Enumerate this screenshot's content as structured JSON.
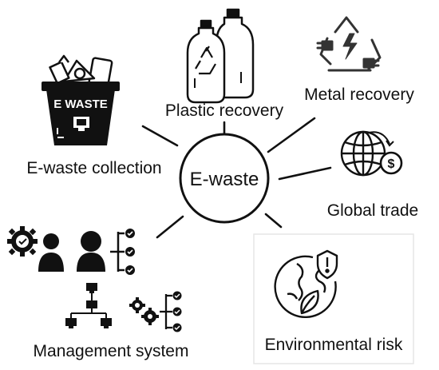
{
  "center": {
    "label": "E-waste"
  },
  "nodes": [
    {
      "id": "plastic",
      "label": "Plastic recovery",
      "icon": "plastic-bottles-recycle-icon"
    },
    {
      "id": "metal",
      "label": "Metal recovery",
      "icon": "recycle-plug-icon"
    },
    {
      "id": "collection",
      "label": "E-waste collection",
      "icon": "ewaste-bin-icon",
      "bin_text": "E WASTE"
    },
    {
      "id": "trade",
      "label": "Global trade",
      "icon": "globe-dollar-icon"
    },
    {
      "id": "management",
      "label": "Management system",
      "icon": "management-org-icon"
    },
    {
      "id": "environment",
      "label": "Environmental risk",
      "icon": "earth-risk-icon"
    }
  ],
  "colors": {
    "ink": "#111111",
    "background": "#ffffff",
    "frame": "#e6e6e6"
  }
}
